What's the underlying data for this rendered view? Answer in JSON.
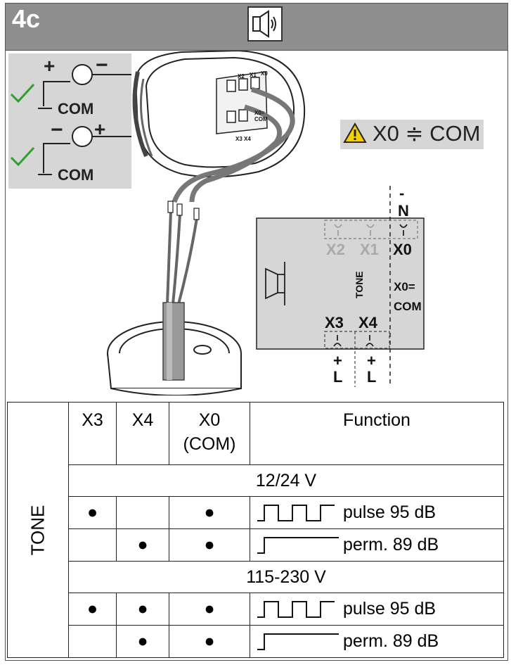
{
  "header": {
    "title": "4c",
    "speaker_icon": "speaker-icon"
  },
  "wiring_legend": {
    "polarity_1": {
      "plus": "+",
      "minus": "−",
      "com": "COM"
    },
    "polarity_2": {
      "minus": "−",
      "plus": "+",
      "com": "COM"
    },
    "check_icon": "check-icon",
    "check_color": "#2ca02c"
  },
  "warning": {
    "icon": "warning-icon",
    "text": "X0 ≑ COM"
  },
  "module_labels": {
    "x2": "X2",
    "x1": "X1",
    "xo": "X0",
    "x0com": "X0=",
    "x0com2": "COM",
    "x3": "X3",
    "x4": "X4",
    "x3x4": "X3 X4"
  },
  "schematic": {
    "n_minus": "-",
    "n_label": "N",
    "x2": "X2",
    "x1": "X1",
    "x0": "X0",
    "x0_eq": "X0=",
    "com": "COM",
    "tone": "TONE",
    "x3": "X3",
    "x4": "X4",
    "plus_left": "+",
    "l_left": "L",
    "plus_right": "+",
    "l_right": "L"
  },
  "table": {
    "row_label": "TONE",
    "headers": {
      "x3": "X3",
      "x4": "X4",
      "x0_line1": "X0",
      "x0_line2": "(COM)",
      "function": "Function"
    },
    "sections": [
      {
        "voltage": "12/24 V",
        "rows": [
          {
            "x3": "●",
            "x4": "",
            "x0": "●",
            "signal": "pulse",
            "label": "pulse 95 dB"
          },
          {
            "x3": "",
            "x4": "●",
            "x0": "●",
            "signal": "permanent",
            "label": "perm. 89 dB"
          }
        ]
      },
      {
        "voltage": "115-230 V",
        "rows": [
          {
            "x3": "●",
            "x4": "●",
            "x0": "●",
            "signal": "pulse",
            "label": "pulse 95 dB"
          },
          {
            "x3": "",
            "x4": "●",
            "x0": "●",
            "signal": "permanent",
            "label": "perm. 89 dB"
          }
        ]
      }
    ]
  }
}
